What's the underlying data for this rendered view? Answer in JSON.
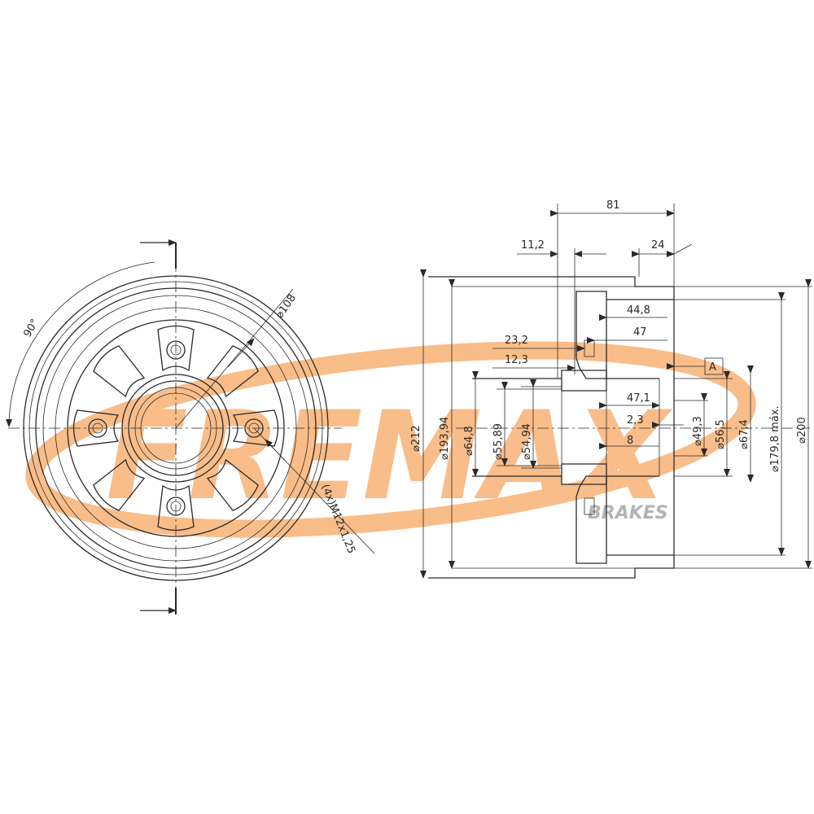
{
  "watermark": {
    "brand": "FREMAX",
    "sub": "BRAKES",
    "color": "#f7a862"
  },
  "front_view": {
    "angle_label": "90°",
    "bolt_circle_label": "⌀108",
    "thread_label": "(4x)M12x1,25"
  },
  "section_view": {
    "overall_width": "81",
    "offset_left": "11,2",
    "offset_right": "24",
    "dia_outer_flange": "⌀212",
    "dia_193": "⌀193,94",
    "dia_bore_648": "⌀64,8",
    "dia_5589": "⌀55,89",
    "dia_5494": "⌀54,94",
    "d_232": "23,2",
    "d_123": "12,3",
    "d_448": "44,8",
    "d_47": "47",
    "d_471": "47,1",
    "d_23": "2,3",
    "d_8": "8",
    "dia_493": "⌀49,3",
    "dia_565": "⌀56,5",
    "dia_674": "⌀67,4",
    "dia_1798": "⌀179,8 máx.",
    "dia_200": "⌀200",
    "datum": "A"
  }
}
